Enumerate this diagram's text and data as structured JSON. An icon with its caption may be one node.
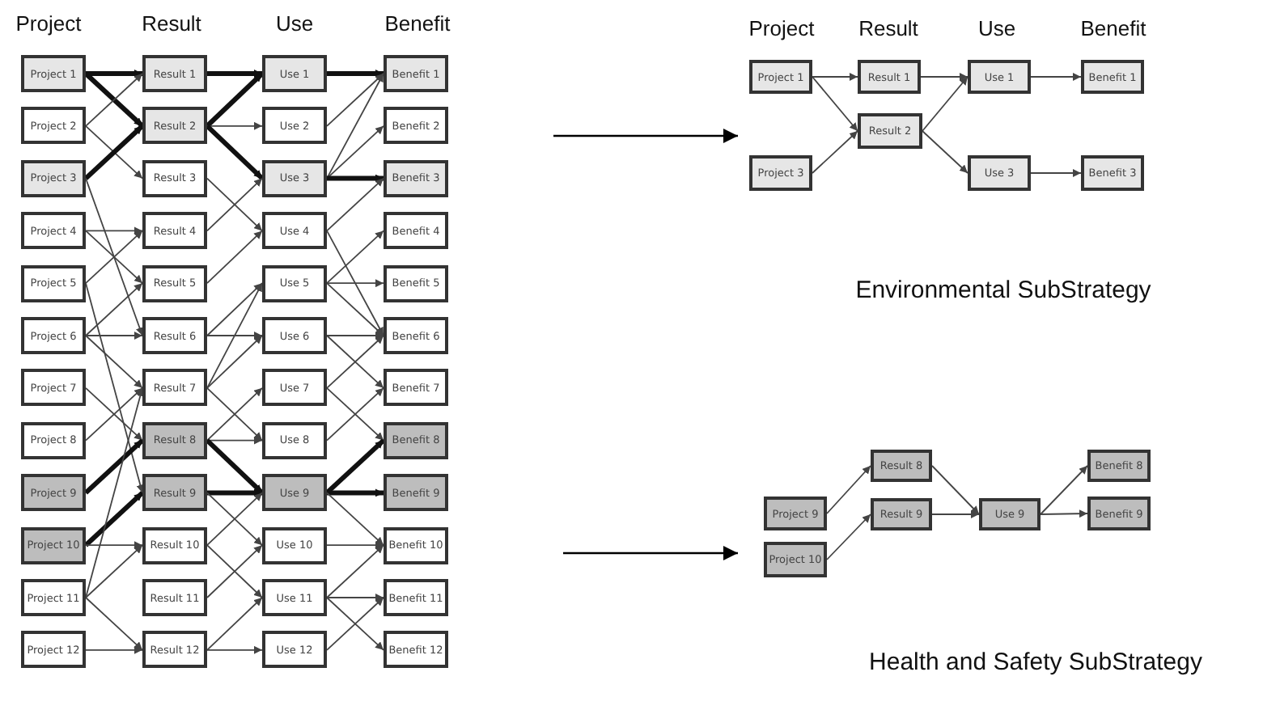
{
  "diagram": {
    "nodes": [
      {
        "text": [
          "Project 1"
        ]
      },
      {
        "text": [
          "Result 1"
        ]
      },
      {
        "text": [
          "Use 1"
        ]
      },
      {
        "text": [
          "Benefit 1"
        ]
      },
      {
        "text": [
          "Project 2"
        ]
      },
      {
        "text": [
          "Result 2"
        ]
      },
      {
        "text": [
          "Use 2"
        ]
      },
      {
        "text": [
          "Benefit 2"
        ]
      },
      {
        "text": [
          "Project 3"
        ]
      },
      {
        "text": [
          "Result 3"
        ]
      },
      {
        "text": [
          "Use 3"
        ]
      },
      {
        "text": [
          "Benefit 3"
        ]
      },
      {
        "text": [
          "Project 4"
        ]
      },
      {
        "text": [
          "Result 4"
        ]
      },
      {
        "text": [
          "Use 4"
        ]
      },
      {
        "text": [
          "Benefit 4"
        ]
      },
      {
        "text": [
          "Project 5"
        ]
      },
      {
        "text": [
          "Result 5"
        ]
      },
      {
        "text": [
          "Use 5"
        ]
      },
      {
        "text": [
          "Benefit 5"
        ]
      },
      {
        "text": [
          "Project 6"
        ]
      },
      {
        "text": [
          "Result 6"
        ]
      },
      {
        "text": [
          "Use 6"
        ]
      },
      {
        "text": [
          "Benefit 6"
        ]
      },
      {
        "text": [
          "Project 7"
        ]
      },
      {
        "text": [
          "Result 7"
        ]
      },
      {
        "text": [
          "Use 7"
        ]
      },
      {
        "text": [
          "Benefit 7"
        ]
      },
      {
        "text": [
          "Project 8"
        ]
      },
      {
        "text": [
          "Result 8"
        ]
      },
      {
        "text": [
          "Use 8"
        ]
      },
      {
        "text": [
          "Benefit 8"
        ]
      },
      {
        "text": [
          "Project 9"
        ]
      },
      {
        "text": [
          "Result 9"
        ]
      },
      {
        "text": [
          "Use 9"
        ]
      },
      {
        "text": [
          "Benefit 9"
        ]
      },
      {
        "text": [
          "Project 10"
        ]
      },
      {
        "text": [
          "Result 10"
        ]
      },
      {
        "text": [
          "Use 10"
        ]
      },
      {
        "text": [
          "Benefit 10"
        ]
      },
      {
        "text": [
          "Project 11"
        ]
      },
      {
        "text": [
          "Result 11"
        ]
      },
      {
        "text": [
          "Use 11"
        ]
      },
      {
        "text": [
          "Benefit 11"
        ]
      },
      {
        "text": [
          "Project 12"
        ]
      },
      {
        "text": [
          "Result 12"
        ]
      },
      {
        "text": [
          "Use 12"
        ]
      },
      {
        "text": [
          "Benefit 12"
        ]
      },
      {
        "text": [
          "Project 1"
        ]
      },
      {
        "text": [
          "Result 1"
        ]
      },
      {
        "text": [
          "Use 1"
        ]
      },
      {
        "text": [
          "Benefit 1"
        ]
      },
      {
        "text": [
          "Result 2"
        ]
      },
      {
        "text": [
          "Project 3"
        ]
      },
      {
        "text": [
          "Use 3"
        ]
      },
      {
        "text": [
          "Benefit 3"
        ]
      },
      {
        "text": [
          "Result 8"
        ]
      },
      {
        "text": [
          "Benefit 8"
        ]
      },
      {
        "text": [
          "Project 9"
        ]
      },
      {
        "text": [
          "Result 9"
        ]
      },
      {
        "text": [
          "Use 9"
        ]
      },
      {
        "text": [
          "Benefit 9"
        ]
      },
      {
        "text": [
          "Project 10"
        ]
      }
    ],
    "edges": [
      {
        "from": 0,
        "to": 1,
        "arrow": "to",
        "style": "thick"
      },
      {
        "from": 0,
        "to": 5,
        "arrow": "to",
        "style": "thick"
      },
      {
        "from": 4,
        "to": 1,
        "arrow": "to"
      },
      {
        "from": 4,
        "to": 9,
        "arrow": "to"
      },
      {
        "from": 8,
        "to": 5,
        "arrow": "to",
        "style": "thick"
      },
      {
        "from": 8,
        "to": 21,
        "arrow": "to"
      },
      {
        "from": 12,
        "to": 13,
        "arrow": "to"
      },
      {
        "from": 12,
        "to": 17,
        "arrow": "to"
      },
      {
        "from": 16,
        "to": 13,
        "arrow": "to"
      },
      {
        "from": 16,
        "to": 33,
        "arrow": "to"
      },
      {
        "from": 20,
        "to": 17,
        "arrow": "to"
      },
      {
        "from": 20,
        "to": 21,
        "arrow": "to"
      },
      {
        "from": 20,
        "to": 25,
        "arrow": "to"
      },
      {
        "from": 24,
        "to": 29,
        "arrow": "to"
      },
      {
        "from": 28,
        "to": 25,
        "arrow": "to"
      },
      {
        "from": 32,
        "to": 29,
        "arrow": "to",
        "style": "thick"
      },
      {
        "from": 36,
        "to": 33,
        "arrow": "to",
        "style": "thick"
      },
      {
        "from": 36,
        "to": 37,
        "arrow": "to"
      },
      {
        "from": 40,
        "to": 25,
        "arrow": "to"
      },
      {
        "from": 40,
        "to": 37,
        "arrow": "to"
      },
      {
        "from": 40,
        "to": 45,
        "arrow": "to"
      },
      {
        "from": 44,
        "to": 45,
        "arrow": "to"
      },
      {
        "from": 1,
        "to": 2,
        "arrow": "to",
        "style": "thick"
      },
      {
        "from": 5,
        "to": 2,
        "arrow": "to",
        "style": "thick"
      },
      {
        "from": 5,
        "to": 6,
        "arrow": "to"
      },
      {
        "from": 5,
        "to": 10,
        "arrow": "to",
        "style": "thick"
      },
      {
        "from": 9,
        "to": 14,
        "arrow": "to"
      },
      {
        "from": 13,
        "to": 10,
        "arrow": "to"
      },
      {
        "from": 17,
        "to": 14,
        "arrow": "to"
      },
      {
        "from": 21,
        "to": 18,
        "arrow": "to"
      },
      {
        "from": 21,
        "to": 22,
        "arrow": "to"
      },
      {
        "from": 25,
        "to": 18,
        "arrow": "to"
      },
      {
        "from": 25,
        "to": 22,
        "arrow": "to"
      },
      {
        "from": 25,
        "to": 30,
        "arrow": "to"
      },
      {
        "from": 29,
        "to": 26,
        "arrow": "to"
      },
      {
        "from": 29,
        "to": 30,
        "arrow": "to"
      },
      {
        "from": 29,
        "to": 34,
        "arrow": "to",
        "style": "thick"
      },
      {
        "from": 33,
        "to": 34,
        "arrow": "to",
        "style": "thick"
      },
      {
        "from": 33,
        "to": 38,
        "arrow": "to"
      },
      {
        "from": 37,
        "to": 34,
        "arrow": "to"
      },
      {
        "from": 37,
        "to": 42,
        "arrow": "to"
      },
      {
        "from": 41,
        "to": 38,
        "arrow": "to"
      },
      {
        "from": 45,
        "to": 42,
        "arrow": "to"
      },
      {
        "from": 45,
        "to": 46,
        "arrow": "to"
      },
      {
        "from": 2,
        "to": 3,
        "arrow": "to",
        "style": "thick"
      },
      {
        "from": 6,
        "to": 3,
        "arrow": "to"
      },
      {
        "from": 10,
        "to": 3,
        "arrow": "to"
      },
      {
        "from": 10,
        "to": 7,
        "arrow": "to"
      },
      {
        "from": 10,
        "to": 11,
        "arrow": "to",
        "style": "thick"
      },
      {
        "from": 14,
        "to": 11,
        "arrow": "to"
      },
      {
        "from": 14,
        "to": 23,
        "arrow": "to"
      },
      {
        "from": 18,
        "to": 15,
        "arrow": "to"
      },
      {
        "from": 18,
        "to": 19,
        "arrow": "to"
      },
      {
        "from": 18,
        "to": 23,
        "arrow": "to"
      },
      {
        "from": 22,
        "to": 23,
        "arrow": "to"
      },
      {
        "from": 22,
        "to": 27,
        "arrow": "to"
      },
      {
        "from": 26,
        "to": 23,
        "arrow": "to"
      },
      {
        "from": 26,
        "to": 31,
        "arrow": "to"
      },
      {
        "from": 30,
        "to": 27,
        "arrow": "to"
      },
      {
        "from": 34,
        "to": 31,
        "arrow": "to",
        "style": "thick"
      },
      {
        "from": 34,
        "to": 35,
        "arrow": "to",
        "style": "thick"
      },
      {
        "from": 34,
        "to": 39,
        "arrow": "to"
      },
      {
        "from": 38,
        "to": 39,
        "arrow": "to"
      },
      {
        "from": 42,
        "to": 39,
        "arrow": "to"
      },
      {
        "from": 42,
        "to": 43,
        "arrow": "to"
      },
      {
        "from": 42,
        "to": 47,
        "arrow": "to"
      },
      {
        "from": 46,
        "to": 43,
        "arrow": "to"
      },
      {
        "from": 48,
        "to": 49,
        "arrow": "to"
      },
      {
        "from": 48,
        "to": 52,
        "arrow": "to"
      },
      {
        "from": 53,
        "to": 52,
        "arrow": "to"
      },
      {
        "from": 49,
        "to": 50,
        "arrow": "to"
      },
      {
        "from": 52,
        "to": 50,
        "arrow": "to"
      },
      {
        "from": 52,
        "to": 54,
        "arrow": "to"
      },
      {
        "from": 50,
        "to": 51,
        "arrow": "to"
      },
      {
        "from": 54,
        "to": 55,
        "arrow": "to"
      },
      {
        "from": 58,
        "to": 56,
        "arrow": "to"
      },
      {
        "from": 62,
        "to": 59,
        "arrow": "to"
      },
      {
        "from": 56,
        "to": 60,
        "arrow": "to"
      },
      {
        "from": 59,
        "to": 60,
        "arrow": "to"
      },
      {
        "from": 60,
        "to": 57,
        "arrow": "to"
      },
      {
        "from": 60,
        "to": 61,
        "arrow": "to"
      }
    ],
    "labels": [
      "Project",
      "Result",
      "Use",
      "Benefit",
      "Project",
      "Result",
      "Use",
      "Benefit",
      "Environmental SubStrategy",
      "Health and Safety SubStrategy"
    ]
  }
}
